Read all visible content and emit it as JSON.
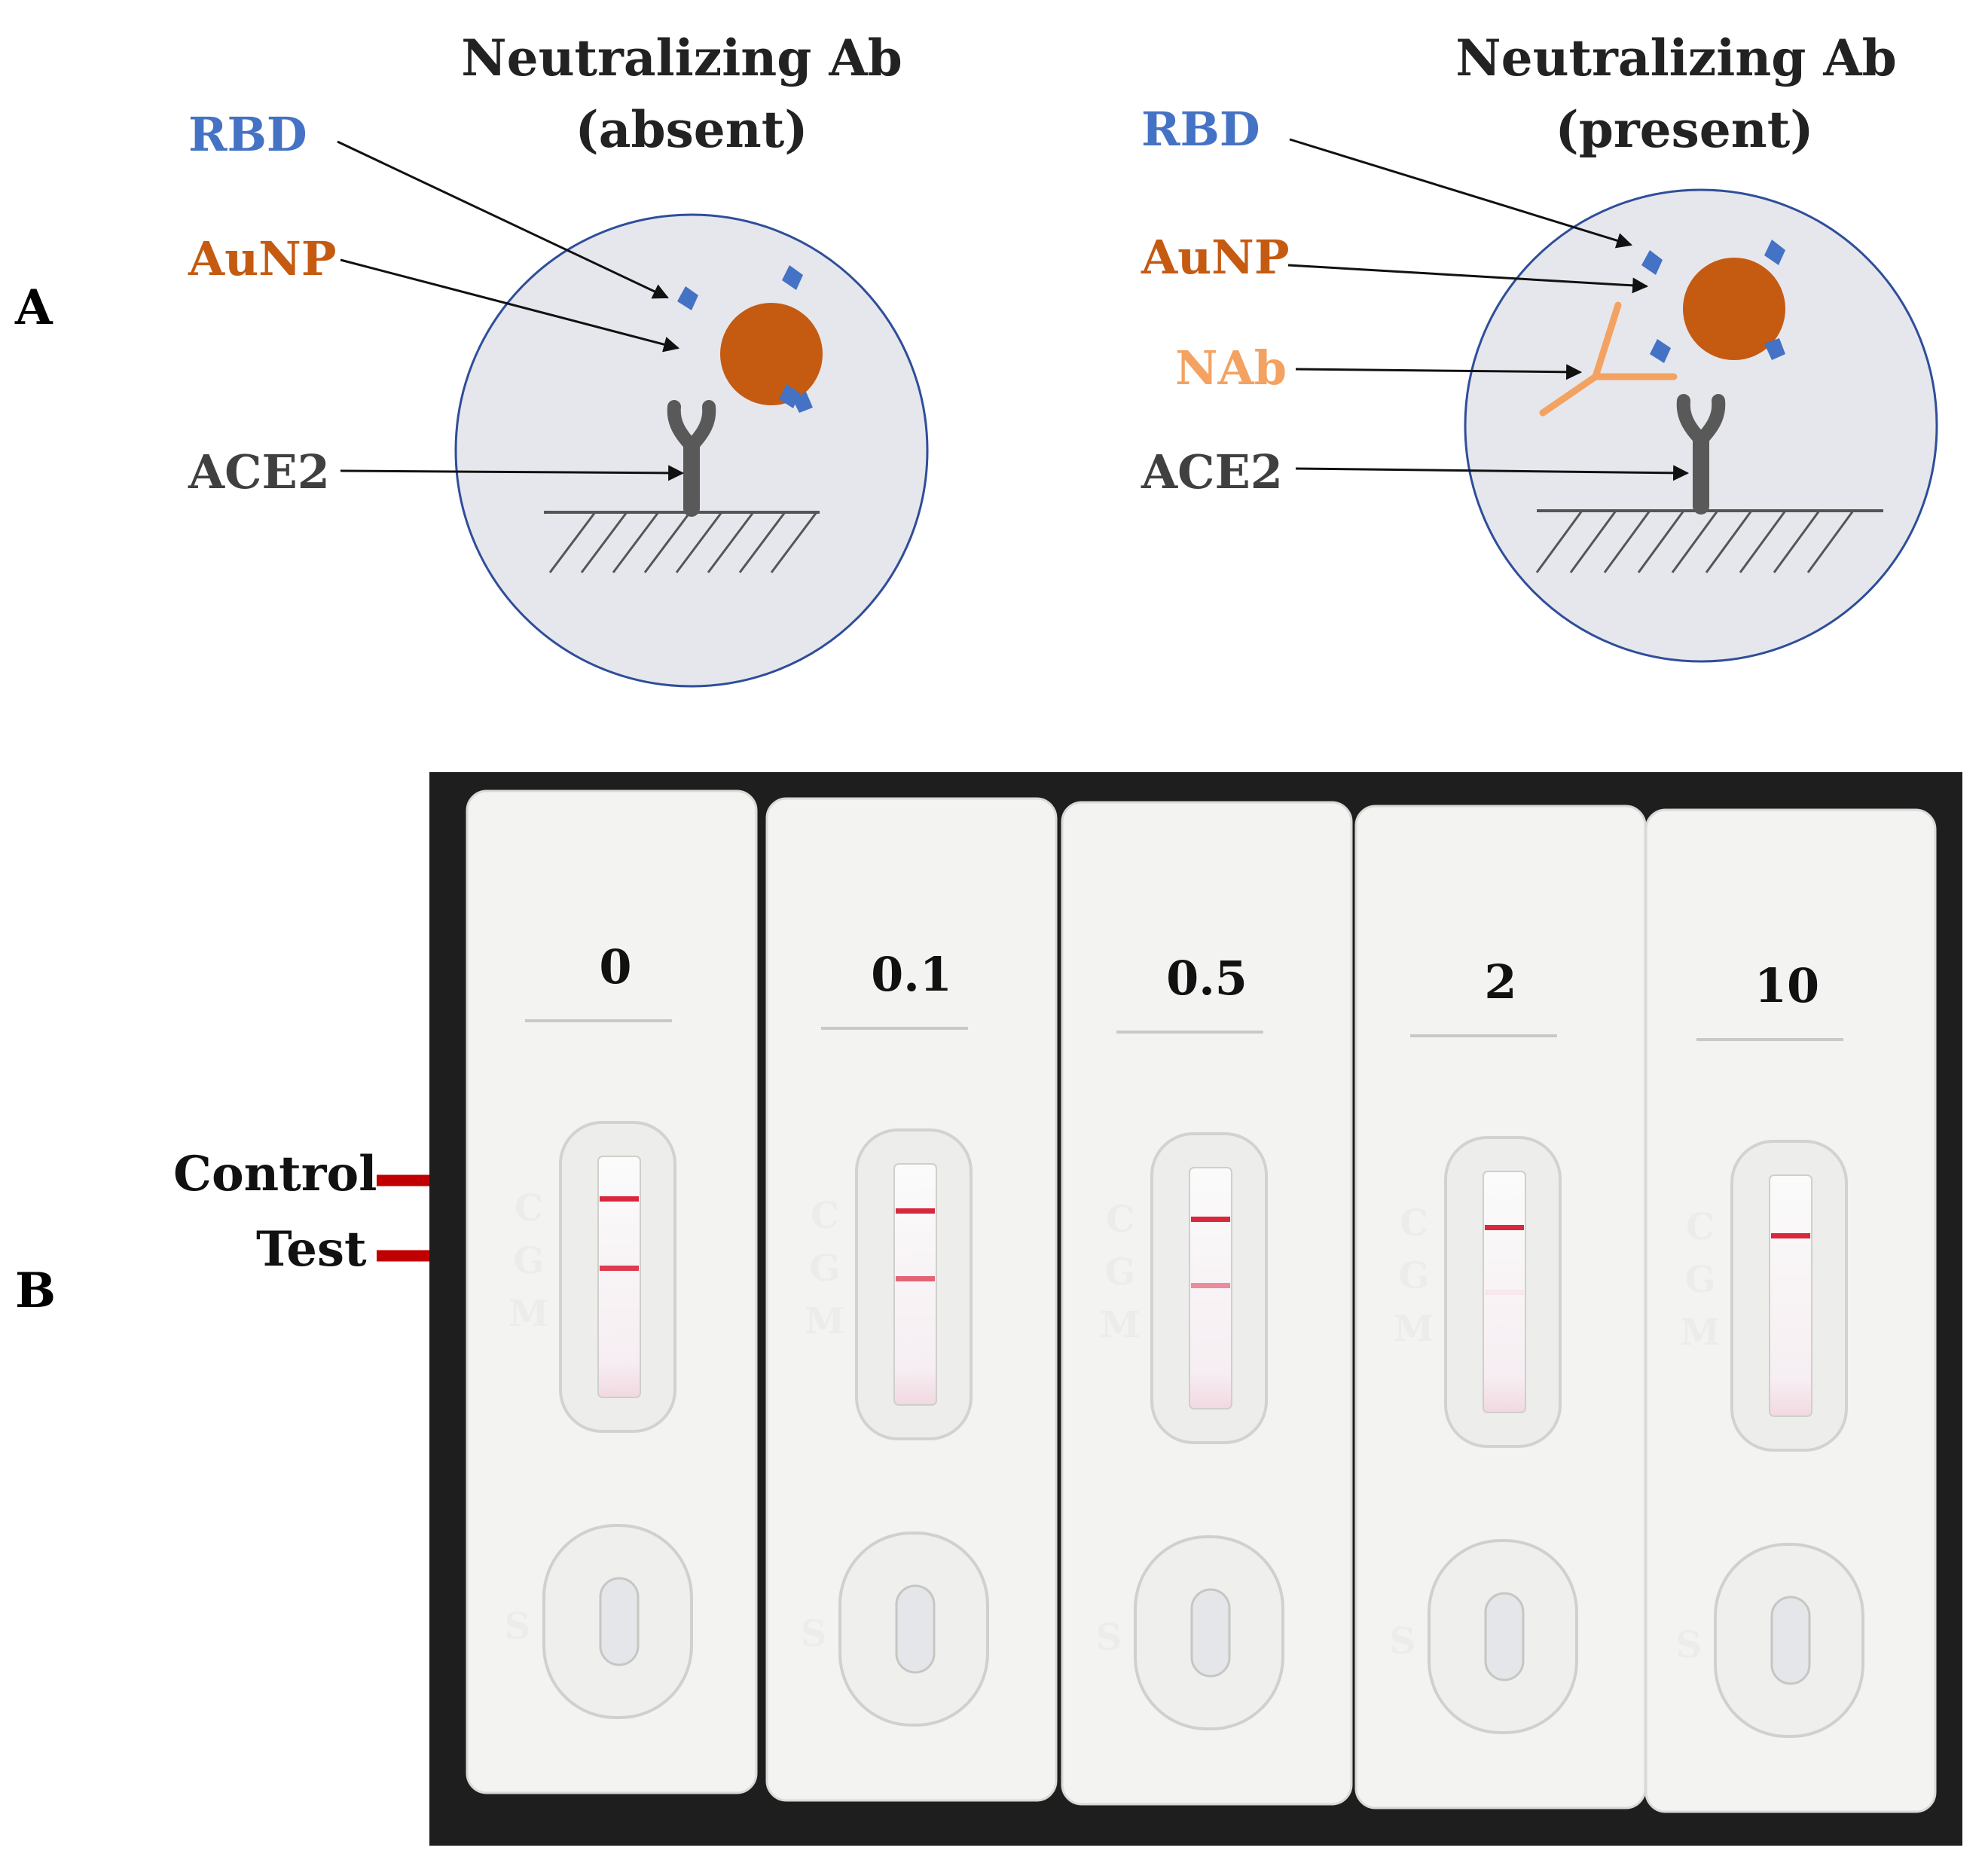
{
  "colors": {
    "rbd": "#4472C4",
    "aunp": "#C55A11",
    "nab": "#F4A261",
    "ace2": "#595959",
    "circle_fill": "#E6E7EC",
    "circle_stroke": "#2F4E9A",
    "line_red": "#D9273E",
    "pointer_red": "#C00000",
    "tray": "#1E1E1E",
    "cassette": "#F3F3F1"
  },
  "panel_a": {
    "letter": "A",
    "absent": {
      "title_line1": "Neutralizing Ab",
      "title_line2": "(absent)",
      "rbd": "RBD",
      "aunp": "AuNP",
      "ace2": "ACE2"
    },
    "present": {
      "title_line1": "Neutralizing Ab",
      "title_line2": "(present)",
      "rbd": "RBD",
      "aunp": "AuNP",
      "nab": "NAb",
      "ace2": "ACE2"
    }
  },
  "panel_b": {
    "letter": "B",
    "control_label": "Control",
    "test_label": "Test",
    "strips": [
      {
        "concentration": "0",
        "test_line_intensity": 0.9
      },
      {
        "concentration": "0.1",
        "test_line_intensity": 0.7
      },
      {
        "concentration": "0.5",
        "test_line_intensity": 0.5
      },
      {
        "concentration": "2",
        "test_line_intensity": 0.05
      },
      {
        "concentration": "10",
        "test_line_intensity": 0.0
      }
    ],
    "window_marks": [
      "C",
      "G",
      "M"
    ],
    "sample_mark": "S"
  }
}
